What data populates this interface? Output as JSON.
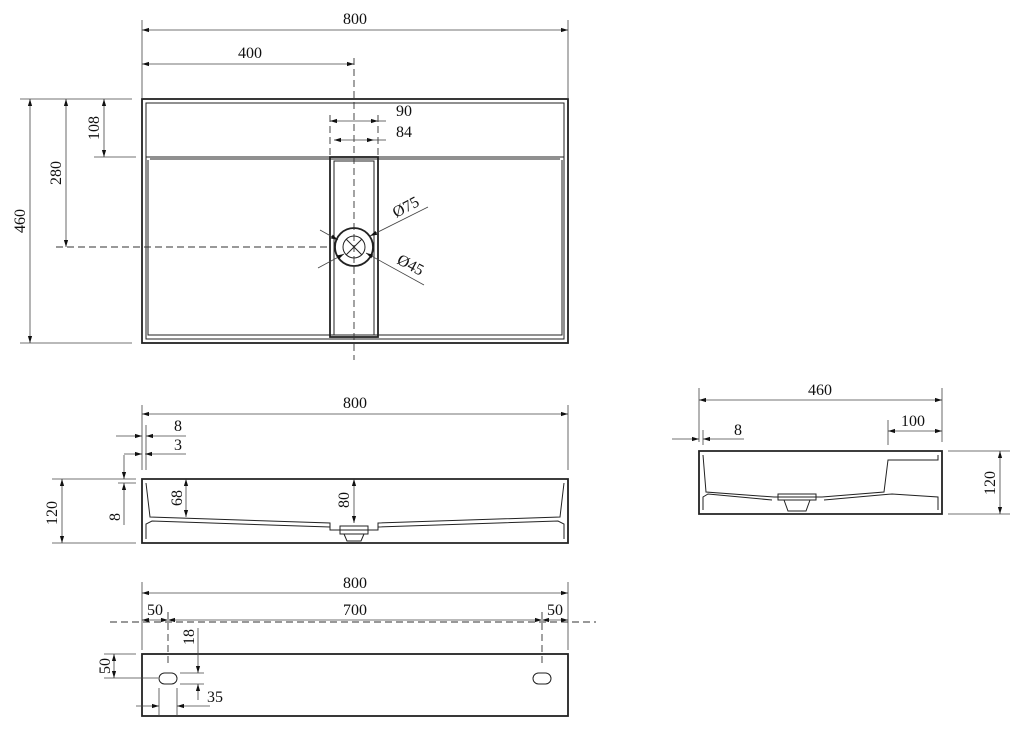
{
  "top_view": {
    "width_overall": "800",
    "width_half": "400",
    "drain_channel_outer": "90",
    "drain_channel_inner": "84",
    "depth_overall": "460",
    "drain_center_depth": "280",
    "back_ledge_depth": "108",
    "drain_outer_diameter": "Ø75",
    "drain_inner_diameter": "Ø45"
  },
  "front_section": {
    "width_overall": "800",
    "rim_offset": "8",
    "wall_offset": "3",
    "height_overall": "120",
    "base_thickness": "8",
    "basin_depth_edge": "68",
    "basin_depth_center": "80"
  },
  "side_section": {
    "depth_overall": "460",
    "rim_offset": "8",
    "back_ledge_width": "100",
    "height_overall": "120"
  },
  "back_view": {
    "width_overall": "800",
    "hole_spacing": "700",
    "hole_offset_left": "50",
    "hole_offset_right": "50",
    "hole_height": "18",
    "hole_elevation": "50",
    "hole_width": "35"
  }
}
